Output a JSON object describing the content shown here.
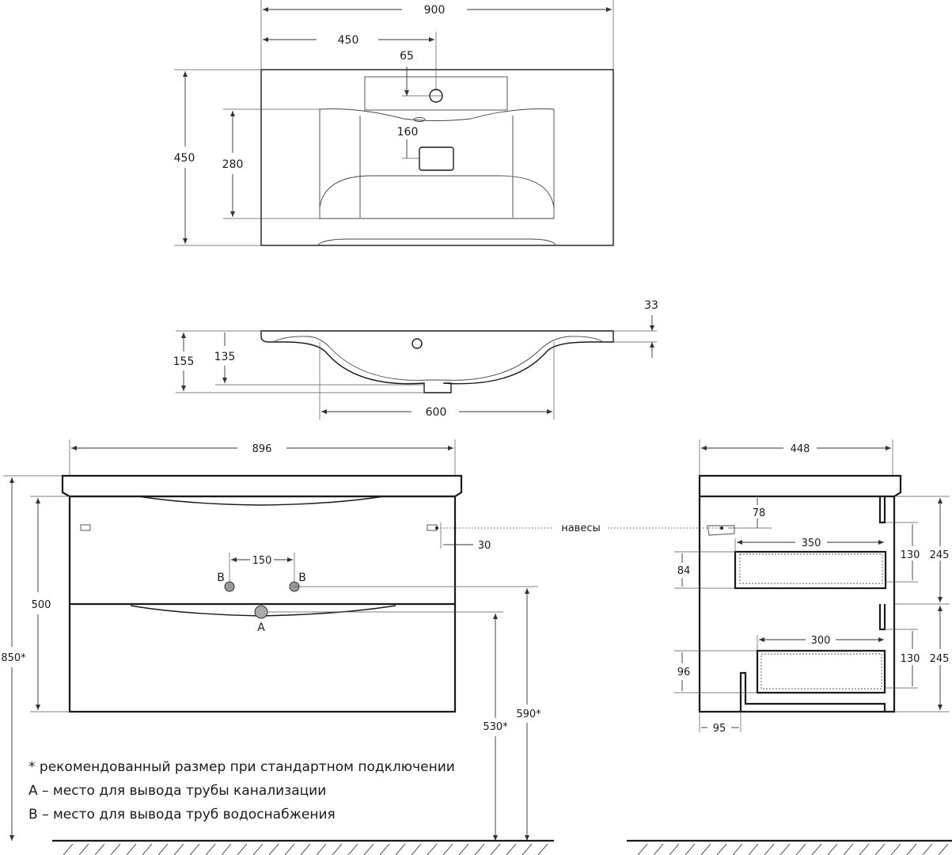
{
  "top_view": {
    "width": "900",
    "half_width": "450",
    "tap_offset": "65",
    "depth": "450",
    "bowl_depth": "280",
    "drain_offset": "160"
  },
  "side_section": {
    "rim_thickness": "33",
    "total_height": "155",
    "bowl_height": "135",
    "bowl_width": "600"
  },
  "front_view": {
    "width": "896",
    "hinge_offset": "30",
    "pipe_spacing": "150",
    "water_label_left": "B",
    "water_label_right": "B",
    "drain_label": "A",
    "cabinet_height": "500",
    "total_height": "850*",
    "drain_height": "530*",
    "water_height": "590*"
  },
  "hinges_label": "навесы",
  "side_view": {
    "depth": "448",
    "hinge_height": "78",
    "upper_drawer_depth": "350",
    "upper_drawer_height": "84",
    "upper_drawer_inner": "130",
    "upper_front": "245",
    "lower_drawer_depth": "300",
    "lower_drawer_height": "96",
    "lower_drawer_inner": "130",
    "lower_front": "245",
    "plinth_offset": "95"
  },
  "notes": [
    "* рекомендованный размер при стандартном подключении",
    "A – место для вывода трубы канализации",
    "B – место для вывода труб водоснабжения"
  ]
}
